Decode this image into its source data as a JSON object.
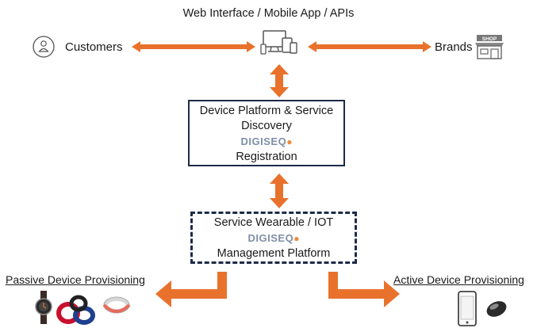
{
  "header": {
    "title": "Web Interface / Mobile App / APIs"
  },
  "left_node": {
    "label": "Customers"
  },
  "right_node": {
    "label": "Brands",
    "shop_sign": "SHOP"
  },
  "platform_box": {
    "line1": "Device Platform & Service",
    "line2": "Discovery",
    "brand": "DIGISEQ",
    "line3": "Registration"
  },
  "management_box": {
    "line1": "Service Wearable / IOT",
    "brand": "DIGISEQ",
    "line2": "Management Platform"
  },
  "left_output": {
    "label": "Passive Device Provisioning"
  },
  "right_output": {
    "label": "Active Device Provisioning"
  },
  "colors": {
    "arrow": "#e8722c",
    "box_border": "#1d2b4a",
    "brand_text": "#7f8fa8"
  }
}
